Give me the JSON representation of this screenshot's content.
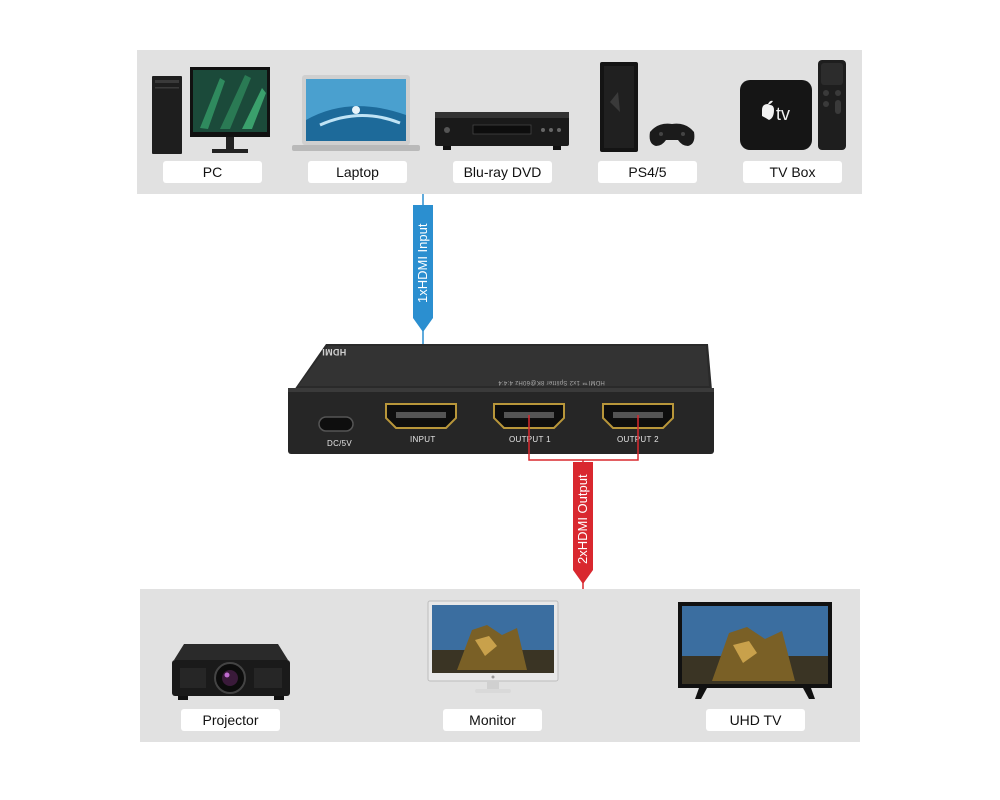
{
  "inputs": [
    {
      "label": "PC",
      "icon": "pc-icon"
    },
    {
      "label": "Laptop",
      "icon": "laptop-icon"
    },
    {
      "label": "Blu-ray DVD",
      "icon": "bluray-player-icon"
    },
    {
      "label": "PS4/5",
      "icon": "game-console-icon"
    },
    {
      "label": "TV Box",
      "icon": "tv-box-icon"
    }
  ],
  "outputs": [
    {
      "label": "Projector",
      "icon": "projector-icon"
    },
    {
      "label": "Monitor",
      "icon": "monitor-icon"
    },
    {
      "label": "UHD TV",
      "icon": "tv-icon"
    }
  ],
  "connections": {
    "input_label": "1xHDMI Input",
    "output_label": "2xHDMI Output",
    "input_color": "#2b8fd0",
    "output_color": "#d9282f"
  },
  "splitter": {
    "ports": {
      "dc": "DC/5V",
      "input": "INPUT",
      "output1": "OUTPUT 1",
      "output2": "OUTPUT 2"
    },
    "top_logo": "HDMI",
    "model_text": "HDMI™ 1x2 Splitter 8K@60Hz 4:4:4"
  },
  "tv_box_brand": "tv"
}
